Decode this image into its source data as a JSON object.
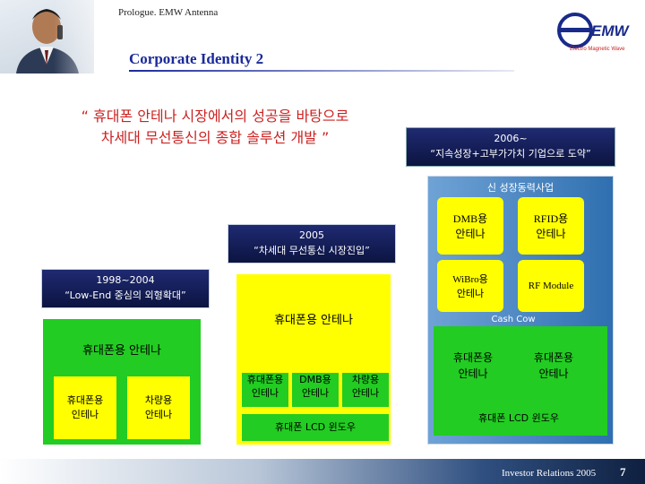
{
  "header": {
    "subtitle": "Prologue. EMW Antenna",
    "title": "Corporate Identity 2",
    "logo_text": "EMW",
    "logo_tagline": "Electro Magnetic Wave"
  },
  "quote": {
    "line1": "“ 휴대폰 안테나 시장에서의 성공을 바탕으로",
    "line2": "차세대 무선통신의 종합 솔루션 개발 ”"
  },
  "stage2006": {
    "year": "2006~",
    "slogan": "“지속성장+고부가가치 기업으로 도약”",
    "panel_title": "신 성장동력사업",
    "items": [
      {
        "label": "DMB용\n안테나"
      },
      {
        "label": "RFID용\n안테나"
      },
      {
        "label": "WiBro용\n안테나"
      },
      {
        "label": "RF Module"
      }
    ],
    "cash_cow": "Cash Cow",
    "cash_items": [
      {
        "label": "휴대폰용\n안테나"
      },
      {
        "label": "휴대폰용\n안테나"
      }
    ],
    "lcd": "휴대폰 LCD 윈도우"
  },
  "stage2005": {
    "year": "2005",
    "slogan": "“차세대 무선통신 시장진입”",
    "main": "휴대폰용 안테나",
    "items": [
      {
        "label": "휴대폰용\n인테나"
      },
      {
        "label": "DMB용\n안테나"
      },
      {
        "label": "차량용\n안테나"
      }
    ],
    "lcd": "휴대폰 LCD 윈도우"
  },
  "stage1998": {
    "year": "1998~2004",
    "slogan": "“Low-End 중심의 외형확대”",
    "main": "휴대폰용 안테나",
    "items": [
      {
        "label": "휴대폰용\n인테나"
      },
      {
        "label": "차량용\n안테나"
      }
    ]
  },
  "footer": {
    "text": "Investor Relations 2005",
    "page": "7"
  },
  "colors": {
    "title": "#1a2a9a",
    "quote": "#cc2222",
    "green": "#22cc22",
    "yellow": "#ffff00",
    "navy": "#0c1440",
    "panel_blue": "#2f6fb0"
  }
}
